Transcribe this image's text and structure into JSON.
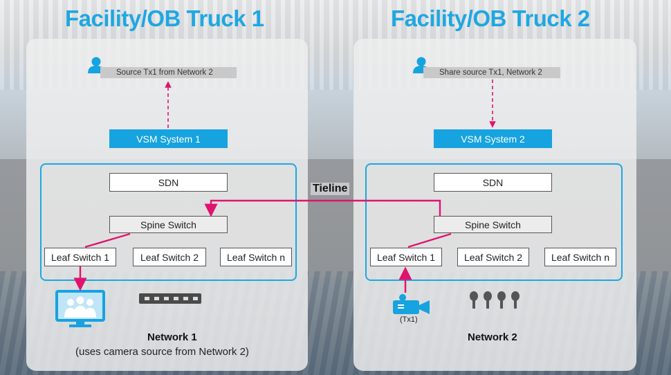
{
  "truck1": {
    "title": "Facility/OB Truck 1",
    "source_label": "Source Tx1 from Network 2",
    "vsm": "VSM System 1",
    "sdn": "SDN",
    "spine": "Spine Switch",
    "leaves": [
      "Leaf Switch 1",
      "Leaf Switch 2",
      "Leaf Switch n"
    ],
    "network_title": "Network 1",
    "network_subtitle": "(uses camera source from Network 2)"
  },
  "truck2": {
    "title": "Facility/OB Truck 2",
    "source_label": "Share source Tx1, Network 2",
    "vsm": "VSM System 2",
    "sdn": "SDN",
    "spine": "Spine Switch",
    "leaves": [
      "Leaf Switch 1",
      "Leaf Switch 2",
      "Leaf Switch n"
    ],
    "network_title": "Network 2",
    "camera_label": "(Tx1)"
  },
  "tieline": "Tieline",
  "colors": {
    "accent_blue": "#1ba8e3",
    "magenta": "#e0136e"
  },
  "icons": [
    "user-icon",
    "monitor-icon",
    "switch-device-icon",
    "camera-icon",
    "microphone-icon"
  ]
}
